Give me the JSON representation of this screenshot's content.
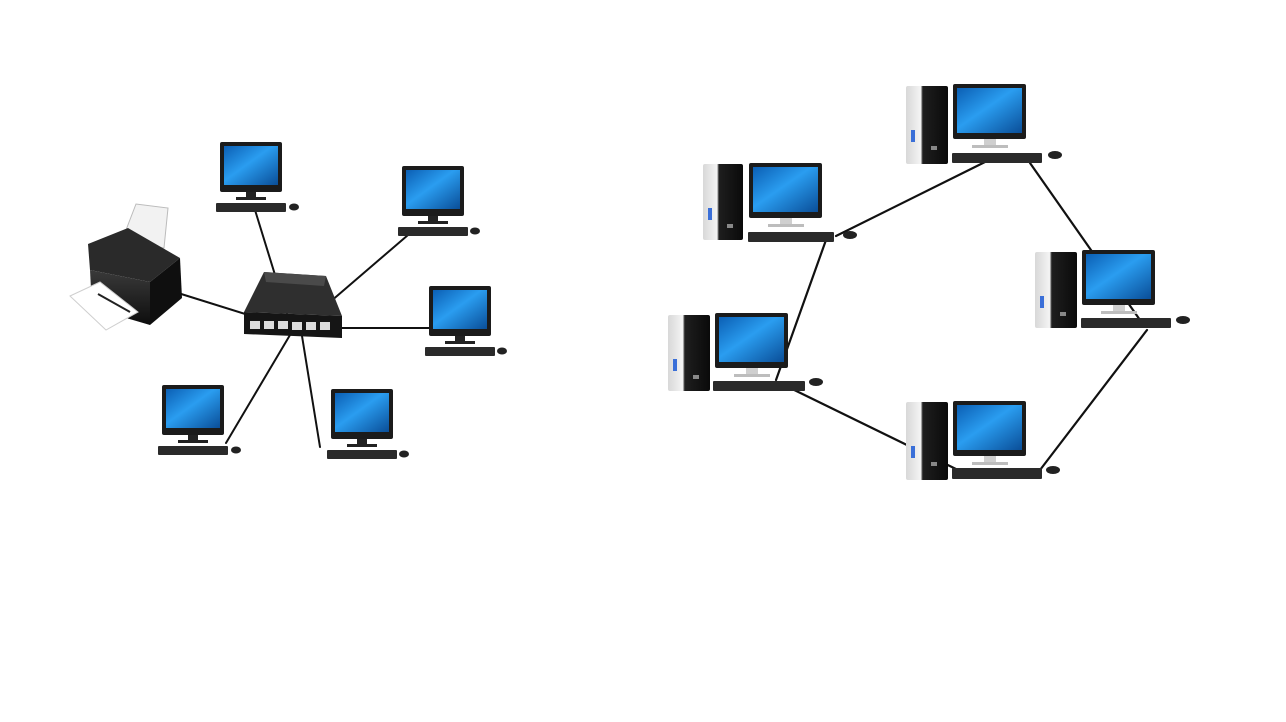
{
  "diagrams": [
    {
      "topology": "star",
      "hub": {
        "kind": "network-switch",
        "ports": 6
      },
      "nodes": [
        {
          "kind": "printer"
        },
        {
          "kind": "monitor-computer"
        },
        {
          "kind": "monitor-computer"
        },
        {
          "kind": "monitor-computer"
        },
        {
          "kind": "monitor-computer"
        },
        {
          "kind": "monitor-computer"
        }
      ],
      "links": 6
    },
    {
      "topology": "ring",
      "nodes": [
        {
          "kind": "desktop-computer"
        },
        {
          "kind": "desktop-computer"
        },
        {
          "kind": "desktop-computer"
        },
        {
          "kind": "desktop-computer"
        },
        {
          "kind": "desktop-computer"
        }
      ],
      "links": 5
    }
  ],
  "colors": {
    "background": "#ffffff",
    "cable": "#111111",
    "screen": "#1a7fd4",
    "device_body": "#1c1c1c",
    "tower_accent": "#3a6fd8"
  }
}
